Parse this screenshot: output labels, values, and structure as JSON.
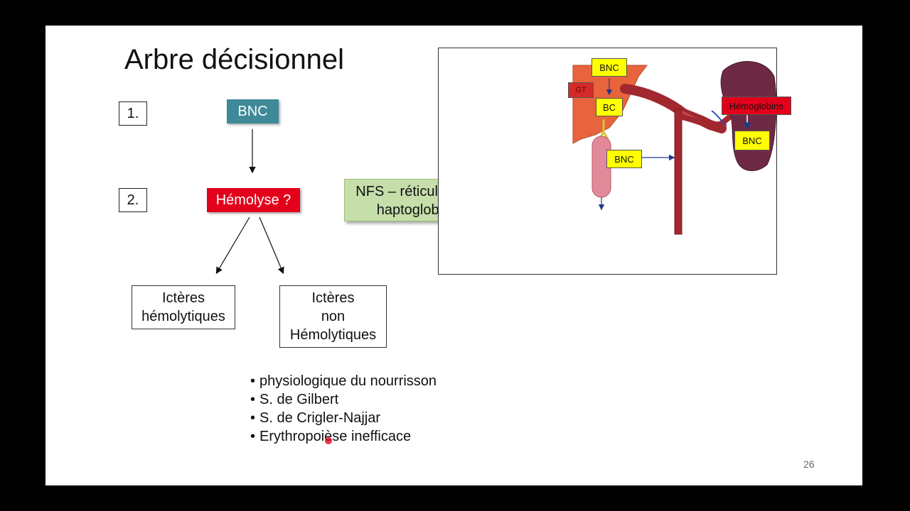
{
  "slide": {
    "title": "Arbre décisionnel",
    "steps": [
      "1.",
      "2."
    ],
    "bnc_label": "BNC",
    "hemolyse_label": "Hémolyse ?",
    "out_left": [
      "Ictères",
      "hémolytiques"
    ],
    "out_right": [
      "Ictères",
      "non",
      "Hémolytiques"
    ],
    "nfs": [
      "NFS – réticulocytes",
      "haptoglobine"
    ],
    "bullets": [
      "physiologique du nourrisson",
      "S. de Gilbert",
      "S. de Crigler-Najjar",
      "Erythropoièse inefficace"
    ],
    "page_number": "26"
  },
  "figure": {
    "labels": {
      "bnc_top": "BNC",
      "gt": "GT",
      "bc": "BC",
      "bnc_mid": "BNC",
      "hemoglobine": "Hémoglobine",
      "bnc_spleen": "BNC"
    }
  },
  "colors": {
    "teal": "#3e8a99",
    "red": "#e3001b",
    "green": "#c5deaa",
    "yellow": "#ffff00",
    "organ_liver": "#e8643c",
    "vessel": "#a0282e",
    "spleen": "#6e2a44"
  }
}
